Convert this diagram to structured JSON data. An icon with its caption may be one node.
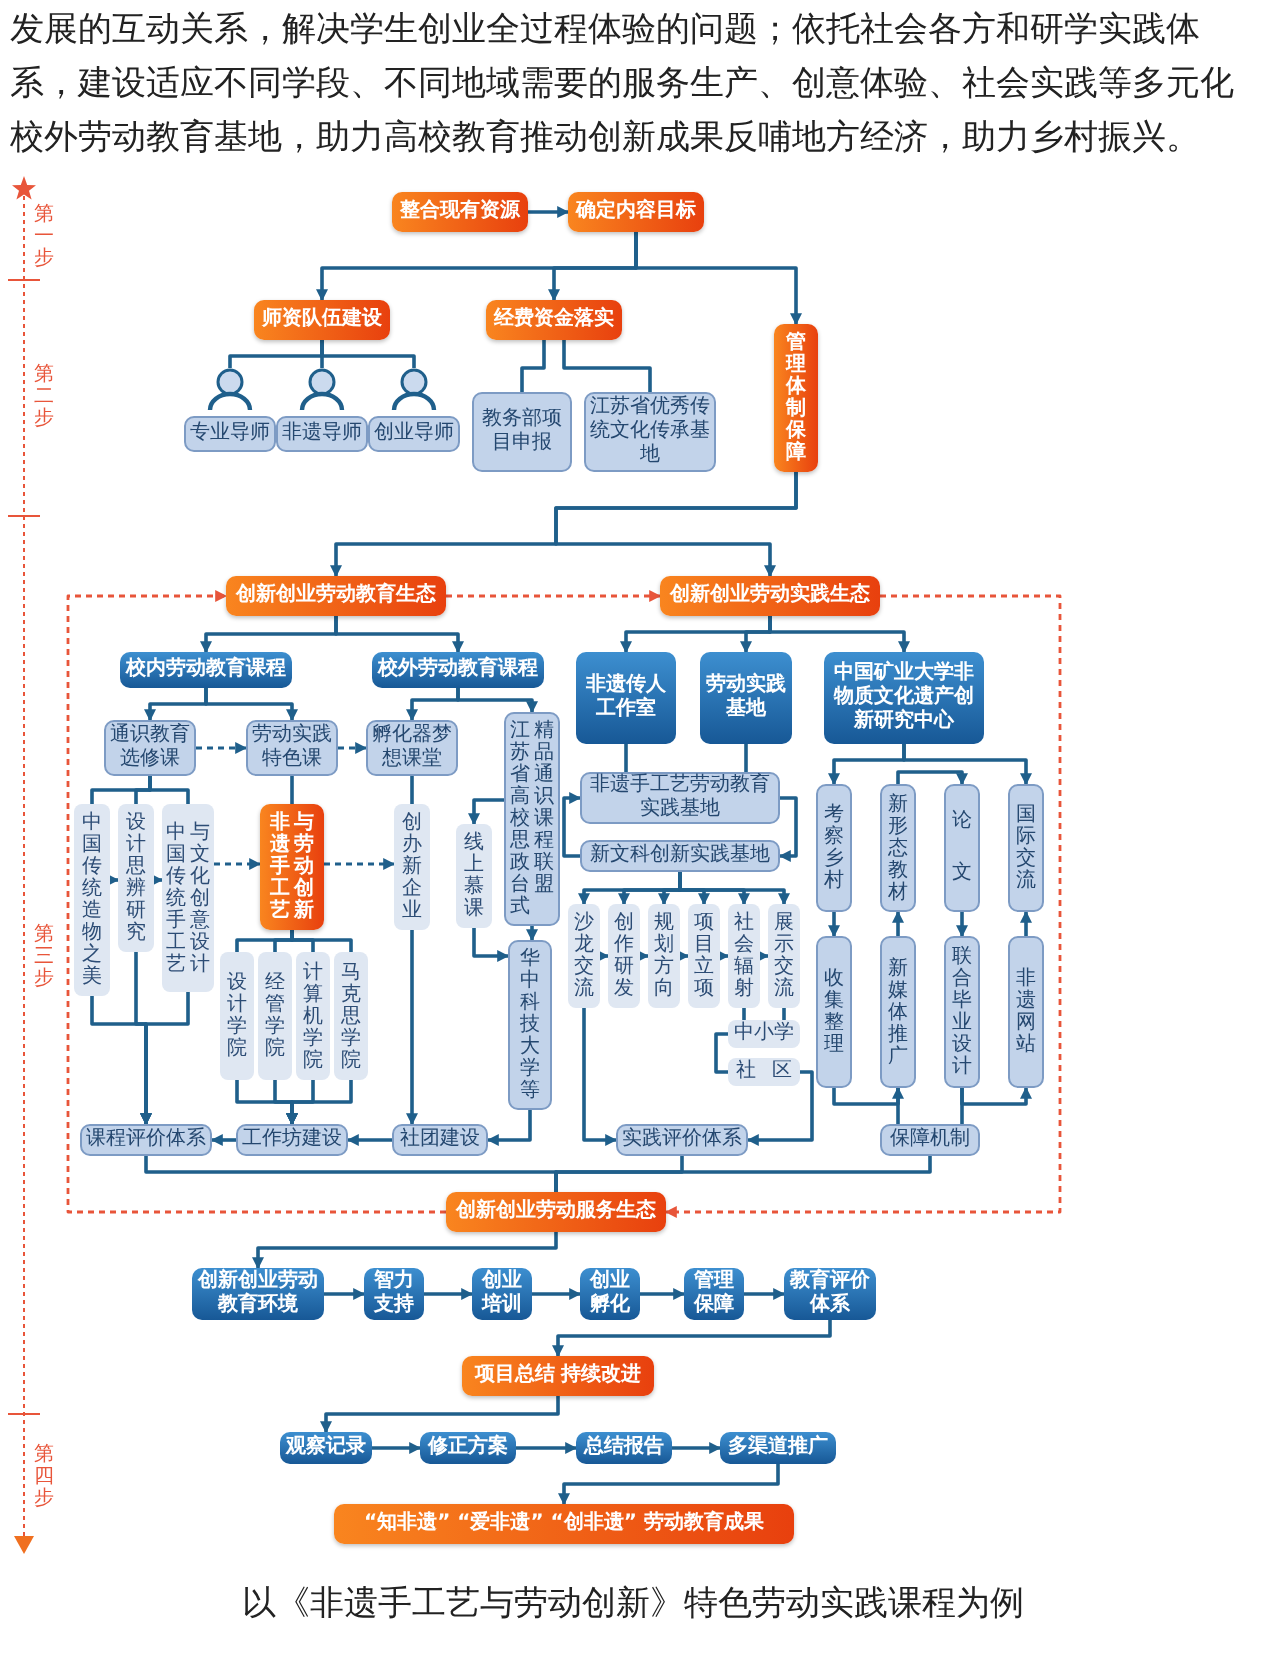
{
  "diagram": {
    "caption": "以《非遗手工艺与劳动创新》特色劳动实践课程为例",
    "nodes": [
      {
        "text": [
          "整合现有资源"
        ]
      },
      {
        "text": [
          "确定内容目标"
        ]
      },
      {
        "text": [
          "师资队伍建设"
        ]
      },
      {
        "text": [
          "经费资金落实"
        ]
      },
      {
        "text": [
          "管理体制保障"
        ]
      },
      {
        "text": [
          "专业导师"
        ]
      },
      {
        "text": [
          "非遗导师"
        ]
      },
      {
        "text": [
          "创业导师"
        ]
      },
      {
        "text": [
          "教务部项目申报"
        ]
      },
      {
        "text": [
          "江苏省优秀传统文化传承基地"
        ]
      },
      {
        "text": [
          "创新创业劳动教育生态"
        ]
      },
      {
        "text": [
          "创新创业劳动实践生态"
        ]
      },
      {
        "text": [
          "校内劳动教育课程"
        ]
      },
      {
        "text": [
          "校外劳动教育课程"
        ]
      },
      {
        "text": [
          "通识教育选修课"
        ]
      },
      {
        "text": [
          "劳动实践特色课"
        ]
      },
      {
        "text": [
          "孵化器梦想课堂"
        ]
      },
      {
        "text": [
          "江苏省高校思政台式精品通识课程联盟"
        ]
      },
      {
        "text": [
          "中国传统造物之美"
        ]
      },
      {
        "text": [
          "设计思辨研究"
        ]
      },
      {
        "text": [
          "中国传统手工艺与文化创意设计"
        ]
      },
      {
        "text": [
          "非遗手工艺与劳动创新"
        ]
      },
      {
        "text": [
          "创办新企业"
        ]
      },
      {
        "text": [
          "线上慕课"
        ]
      },
      {
        "text": [
          "华中科技大学等"
        ]
      },
      {
        "text": [
          "设计学院"
        ]
      },
      {
        "text": [
          "经管学院"
        ]
      },
      {
        "text": [
          "计算机学院"
        ]
      },
      {
        "text": [
          "马克思学院"
        ]
      },
      {
        "text": [
          "课程评价体系"
        ]
      },
      {
        "text": [
          "工作坊建设"
        ]
      },
      {
        "text": [
          "社团建设"
        ]
      },
      {
        "text": [
          "非遗传人工作室"
        ]
      },
      {
        "text": [
          "劳动实践基地"
        ]
      },
      {
        "text": [
          "中国矿业大学非物质文化遗产创新研究中心"
        ]
      },
      {
        "text": [
          "非遗手工艺劳动教育实践基地"
        ]
      },
      {
        "text": [
          "新文科创新实践基地"
        ]
      },
      {
        "text": [
          "沙龙交流"
        ]
      },
      {
        "text": [
          "创作研发"
        ]
      },
      {
        "text": [
          "规划方向"
        ]
      },
      {
        "text": [
          "项目立项"
        ]
      },
      {
        "text": [
          "社会辐射"
        ]
      },
      {
        "text": [
          "展示交流"
        ]
      },
      {
        "text": [
          "中小学"
        ]
      },
      {
        "text": [
          "社区"
        ]
      },
      {
        "text": [
          "实践评价体系"
        ]
      },
      {
        "text": [
          "考察乡村"
        ]
      },
      {
        "text": [
          "新形态教材"
        ]
      },
      {
        "text": [
          "论文"
        ]
      },
      {
        "text": [
          "国际交流"
        ]
      },
      {
        "text": [
          "收集整理"
        ]
      },
      {
        "text": [
          "新媒体推广"
        ]
      },
      {
        "text": [
          "联合毕业设计"
        ]
      },
      {
        "text": [
          "非遗网站"
        ]
      },
      {
        "text": [
          "保障机制"
        ]
      },
      {
        "text": [
          "创新创业劳动服务生态"
        ]
      },
      {
        "text": [
          "创新创业劳动教育环境"
        ]
      },
      {
        "text": [
          "智力支持"
        ]
      },
      {
        "text": [
          "创业培训"
        ]
      },
      {
        "text": [
          "创业孵化"
        ]
      },
      {
        "text": [
          "管理保障"
        ]
      },
      {
        "text": [
          "教育评价体系"
        ]
      },
      {
        "text": [
          "项目总结 持续改进"
        ]
      },
      {
        "text": [
          "观察记录"
        ]
      },
      {
        "text": [
          "修正方案"
        ]
      },
      {
        "text": [
          "总结报告"
        ]
      },
      {
        "text": [
          "多渠道推广"
        ]
      },
      {
        "text": [
          "“知非遗” “爱非遗” “创非遗” 劳动教育成果"
        ]
      }
    ],
    "edges": [
      {
        "from": 0,
        "to": 1,
        "arrow": "to"
      },
      {
        "from": 1,
        "to": 2,
        "arrow": "to"
      },
      {
        "from": 1,
        "to": 3,
        "arrow": "to"
      },
      {
        "from": 1,
        "to": 4,
        "arrow": "to"
      },
      {
        "from": 2,
        "to": 5,
        "arrow": "none"
      },
      {
        "from": 2,
        "to": 6,
        "arrow": "none"
      },
      {
        "from": 2,
        "to": 7,
        "arrow": "none"
      },
      {
        "from": 3,
        "to": 8,
        "arrow": "none"
      },
      {
        "from": 3,
        "to": 9,
        "arrow": "none"
      },
      {
        "from": 4,
        "to": 10,
        "arrow": "to"
      },
      {
        "from": 4,
        "to": 11,
        "arrow": "to"
      },
      {
        "from": 10,
        "to": 11,
        "arrow": "to",
        "style": "dashed",
        "color": "#e8553a"
      },
      {
        "from": 10,
        "to": 12,
        "arrow": "to"
      },
      {
        "from": 10,
        "to": 13,
        "arrow": "to"
      },
      {
        "from": 11,
        "to": 32,
        "arrow": "to"
      },
      {
        "from": 11,
        "to": 33,
        "arrow": "to"
      },
      {
        "from": 11,
        "to": 34,
        "arrow": "to"
      },
      {
        "from": 12,
        "to": 14,
        "arrow": "to"
      },
      {
        "from": 12,
        "to": 15,
        "arrow": "to"
      },
      {
        "from": 13,
        "to": 16,
        "arrow": "to"
      },
      {
        "from": 13,
        "to": 17,
        "arrow": "to"
      },
      {
        "from": 14,
        "to": 15,
        "arrow": "to",
        "style": "dashed"
      },
      {
        "from": 15,
        "to": 16,
        "arrow": "to",
        "style": "dashed"
      },
      {
        "from": 14,
        "to": 18,
        "arrow": "none"
      },
      {
        "from": 14,
        "to": 19,
        "arrow": "none"
      },
      {
        "from": 14,
        "to": 20,
        "arrow": "none"
      },
      {
        "from": 18,
        "to": 19,
        "arrow": "to"
      },
      {
        "from": 19,
        "to": 20,
        "arrow": "to"
      },
      {
        "from": 20,
        "to": 21,
        "arrow": "to",
        "style": "dashed"
      },
      {
        "from": 21,
        "to": 22,
        "arrow": "to",
        "style": "dashed"
      },
      {
        "from": 15,
        "to": 21,
        "arrow": "none"
      },
      {
        "from": 18,
        "to": 29,
        "arrow": "to"
      },
      {
        "from": 19,
        "to": 29,
        "arrow": "to"
      },
      {
        "from": 20,
        "to": 29,
        "arrow": "to"
      },
      {
        "from": 21,
        "to": 25,
        "arrow": "none"
      },
      {
        "from": 21,
        "to": 26,
        "arrow": "none"
      },
      {
        "from": 21,
        "to": 27,
        "arrow": "none"
      },
      {
        "from": 21,
        "to": 28,
        "arrow": "none"
      },
      {
        "from": 25,
        "to": 30,
        "arrow": "to"
      },
      {
        "from": 26,
        "to": 30,
        "arrow": "to"
      },
      {
        "from": 27,
        "to": 30,
        "arrow": "to"
      },
      {
        "from": 28,
        "to": 30,
        "arrow": "to"
      },
      {
        "from": 16,
        "to": 22,
        "arrow": "none"
      },
      {
        "from": 22,
        "to": 31,
        "arrow": "to"
      },
      {
        "from": 17,
        "to": 23,
        "arrow": "to"
      },
      {
        "from": 23,
        "to": 24,
        "arrow": "to"
      },
      {
        "from": 17,
        "to": 24,
        "arrow": "to"
      },
      {
        "from": 24,
        "to": 31,
        "arrow": "to"
      },
      {
        "from": 31,
        "to": 30,
        "arrow": "to"
      },
      {
        "from": 30,
        "to": 29,
        "arrow": "to"
      },
      {
        "from": 29,
        "to": 55,
        "arrow": "none"
      },
      {
        "from": 45,
        "to": 55,
        "arrow": "none"
      },
      {
        "from": 54,
        "to": 55,
        "arrow": "none"
      },
      {
        "from": 32,
        "to": 35,
        "arrow": "none"
      },
      {
        "from": 33,
        "to": 35,
        "arrow": "none"
      },
      {
        "from": 35,
        "to": 36,
        "arrow": "to"
      },
      {
        "from": 36,
        "to": 35,
        "arrow": "to"
      },
      {
        "from": 36,
        "to": 37,
        "arrow": "to"
      },
      {
        "from": 36,
        "to": 38,
        "arrow": "to"
      },
      {
        "from": 36,
        "to": 39,
        "arrow": "to"
      },
      {
        "from": 36,
        "to": 40,
        "arrow": "to"
      },
      {
        "from": 36,
        "to": 41,
        "arrow": "to"
      },
      {
        "from": 36,
        "to": 42,
        "arrow": "to"
      },
      {
        "from": 37,
        "to": 38,
        "arrow": "to"
      },
      {
        "from": 38,
        "to": 39,
        "arrow": "to"
      },
      {
        "from": 39,
        "to": 40,
        "arrow": "to"
      },
      {
        "from": 40,
        "to": 41,
        "arrow": "to"
      },
      {
        "from": 41,
        "to": 42,
        "arrow": "to"
      },
      {
        "from": 37,
        "to": 45,
        "arrow": "to"
      },
      {
        "from": 41,
        "to": 43,
        "arrow": "none"
      },
      {
        "from": 42,
        "to": 43,
        "arrow": "none"
      },
      {
        "from": 43,
        "to": 44,
        "arrow": "none"
      },
      {
        "from": 44,
        "to": 45,
        "arrow": "to"
      },
      {
        "from": 34,
        "to": 46,
        "arrow": "to"
      },
      {
        "from": 34,
        "to": 49,
        "arrow": "to"
      },
      {
        "from": 46,
        "to": 50,
        "arrow": "to"
      },
      {
        "from": 51,
        "to": 47,
        "arrow": "to"
      },
      {
        "from": 47,
        "to": 48,
        "arrow": "to"
      },
      {
        "from": 48,
        "to": 52,
        "arrow": "to"
      },
      {
        "from": 53,
        "to": 49,
        "arrow": "to"
      },
      {
        "from": 50,
        "to": 51,
        "arrow": "to"
      },
      {
        "from": 52,
        "to": 53,
        "arrow": "to"
      },
      {
        "from": 54,
        "to": 51,
        "arrow": "none"
      },
      {
        "from": 54,
        "to": 52,
        "arrow": "none"
      },
      {
        "from": 11,
        "to": 55,
        "arrow": "to",
        "style": "dashed",
        "color": "#e8553a"
      },
      {
        "from": 55,
        "to": 10,
        "arrow": "to",
        "style": "dashed",
        "color": "#e8553a"
      },
      {
        "from": 55,
        "to": 56,
        "arrow": "to"
      },
      {
        "from": 56,
        "to": 57,
        "arrow": "to"
      },
      {
        "from": 57,
        "to": 58,
        "arrow": "to"
      },
      {
        "from": 58,
        "to": 59,
        "arrow": "to"
      },
      {
        "from": 59,
        "to": 60,
        "arrow": "to"
      },
      {
        "from": 60,
        "to": 61,
        "arrow": "to"
      },
      {
        "from": 61,
        "to": 62,
        "arrow": "to"
      },
      {
        "from": 62,
        "to": 63,
        "arrow": "to"
      },
      {
        "from": 63,
        "to": 64,
        "arrow": "to"
      },
      {
        "from": 64,
        "to": 65,
        "arrow": "to"
      },
      {
        "from": 65,
        "to": 66,
        "arrow": "to"
      },
      {
        "from": 66,
        "to": 67,
        "arrow": "to"
      }
    ],
    "labels": [
      "发展的互动关系，解决学生创业全过程体验的问题；依托社会各方和研学实践体系，建设适应不同学段、不同地域需要的服务生产、创意体验、社会实践等多元化校外劳动教育基地，助力高校教育推动创新成果反哺地方经济，助力乡村振兴。",
      "第一步",
      "第二步",
      "第三步",
      "第四步"
    ]
  }
}
